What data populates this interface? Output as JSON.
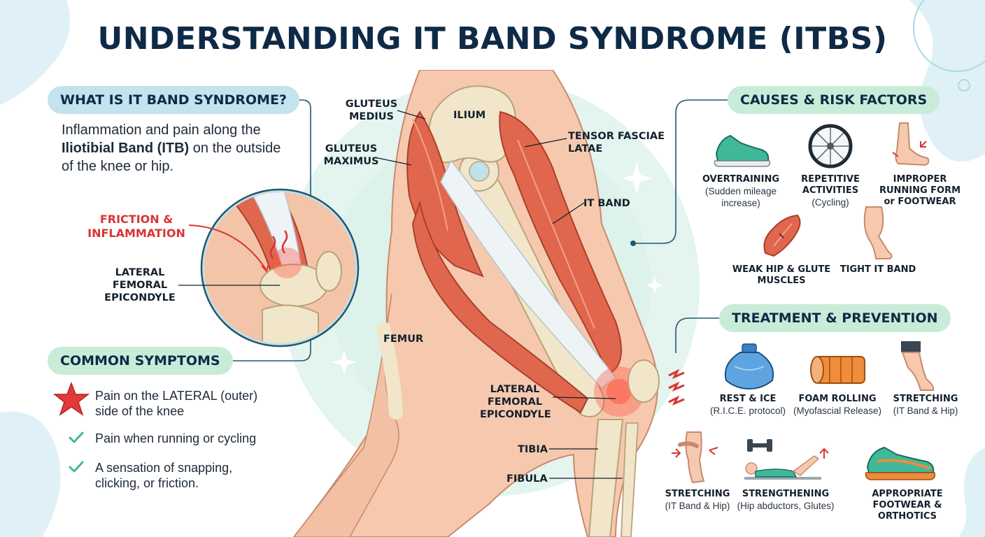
{
  "title": "UNDERSTANDING IT BAND SYNDROME (ITBS)",
  "what_is": {
    "heading": "WHAT IS IT BAND SYNDROME?",
    "desc_part1": "Inflammation and pain along the ",
    "desc_bold": "Iliotibial Band (ITB)",
    "desc_part2": " on the outside of the knee or hip."
  },
  "inset": {
    "friction_label": "FRICTION & INFLAMMATION",
    "epicondyle_label": "LATERAL FEMORAL EPICONDYLE"
  },
  "symptoms": {
    "heading": "COMMON SYMPTOMS",
    "items": [
      {
        "text": "Pain on the LATERAL (outer) side of the knee",
        "icon": "red-star-icon"
      },
      {
        "text": "Pain when running or cycling",
        "icon": "check-icon"
      },
      {
        "text": "A sensation of snapping, clicking, or friction.",
        "icon": "check-icon"
      }
    ]
  },
  "anatomy": {
    "gluteus_medius": "GLUTEUS MEDIUS",
    "ilium": "ILIUM",
    "gluteus_maximus": "GLUTEUS MAXIMUS",
    "tensor": "TENSOR FASCIAE LATAE",
    "it_band": "IT BAND",
    "femur": "FEMUR",
    "lateral_epicondyle": "LATERAL FEMORAL EPICONDYLE",
    "tibia": "TIBIA",
    "fibula": "FIBULA"
  },
  "causes": {
    "heading": "CAUSES & RISK FACTORS",
    "items": [
      {
        "title": "OVERTRAINING",
        "sub": "(Sudden mileage increase)",
        "icon": "running-shoe-icon"
      },
      {
        "title": "REPETITIVE ACTIVITIES",
        "sub": "(Cycling)",
        "icon": "bicycle-wheel-icon"
      },
      {
        "title": "IMPROPER RUNNING FORM",
        "title2": "or FOOTWEAR",
        "icon": "foot-icon"
      },
      {
        "title": "WEAK HIP & GLUTE MUSCLES",
        "icon": "muscle-icon"
      },
      {
        "title": "TIGHT IT BAND",
        "icon": "leg-icon"
      }
    ]
  },
  "treatment": {
    "heading": "TREATMENT & PREVENTION",
    "items": [
      {
        "title": "REST & ICE",
        "sub": "(R.I.C.E. protocol)",
        "icon": "ice-pack-icon"
      },
      {
        "title": "FOAM ROLLING",
        "sub": "(Myofascial Release)",
        "icon": "foam-roller-icon"
      },
      {
        "title": "STRETCHING",
        "sub": "(IT Band & Hip)",
        "icon": "stretch-leg-icon"
      },
      {
        "title": "STRETCHING",
        "sub": "(IT Band & Hip)",
        "icon": "knee-stretch-icon"
      },
      {
        "title": "STRENGTHENING",
        "sub": "(Hip abductors, Glutes)",
        "icon": "dumbbell-exercise-icon"
      },
      {
        "title": "APPROPRIATE FOOTWEAR & ORTHOTICS",
        "icon": "sneaker-icon"
      }
    ]
  },
  "colors": {
    "title": "#0f2a47",
    "pill_blue": "#c3e3ef",
    "pill_mint": "#c9ecd9",
    "muscle": "#e0674d",
    "bone": "#f1e6c9",
    "skin": "#f6c9ae",
    "alert_red": "#d93434",
    "check_green": "#3fb99a"
  }
}
